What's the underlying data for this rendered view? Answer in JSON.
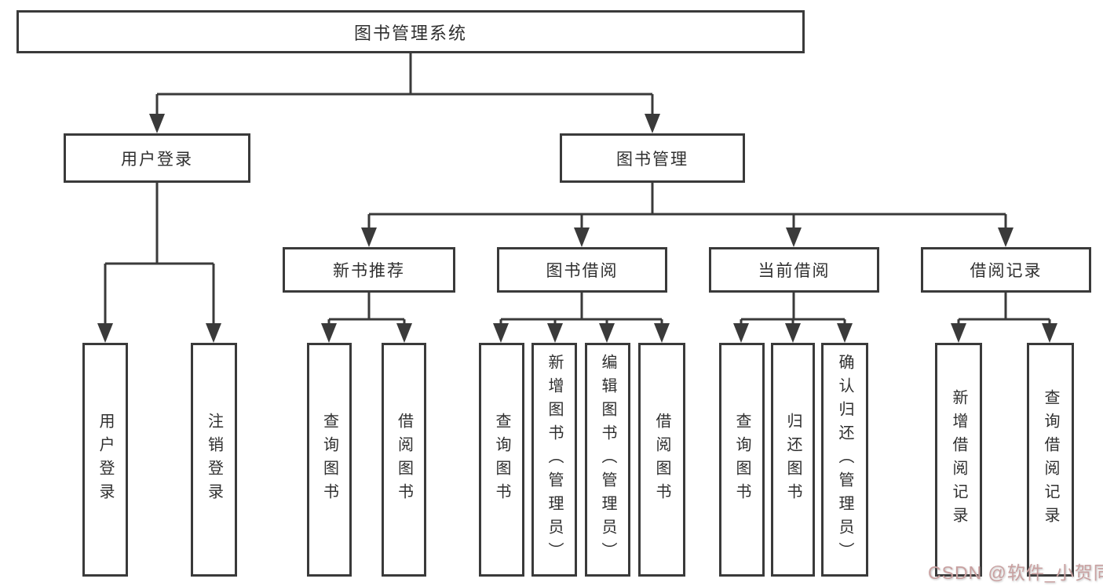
{
  "diagram": {
    "type": "hierarchy",
    "title": "图书管理系统",
    "watermark": "CSDN @软件_小贺同学",
    "colors": {
      "background": "#ffffff",
      "box_background": "#ffffff",
      "line": "#3a3a3a",
      "text": "#2f2f2f",
      "watermark": "#c9a0a0"
    },
    "tree": {
      "label": "图书管理系统",
      "children": [
        {
          "label": "用户登录",
          "children": [
            {
              "label": "用户登录"
            },
            {
              "label": "注销登录"
            }
          ]
        },
        {
          "label": "图书管理",
          "children": [
            {
              "label": "新书推荐",
              "children": [
                {
                  "label": "查询图书"
                },
                {
                  "label": "借阅图书"
                }
              ]
            },
            {
              "label": "图书借阅",
              "children": [
                {
                  "label": "查询图书"
                },
                {
                  "label": "新增图书（管理员）"
                },
                {
                  "label": "编辑图书（管理员）"
                },
                {
                  "label": "借阅图书"
                }
              ]
            },
            {
              "label": "当前借阅",
              "children": [
                {
                  "label": "查询图书"
                },
                {
                  "label": "归还图书"
                },
                {
                  "label": "确认归还（管理员）"
                }
              ]
            },
            {
              "label": "借阅记录",
              "children": [
                {
                  "label": "新增借阅记录"
                },
                {
                  "label": "查询借阅记录"
                }
              ]
            }
          ]
        }
      ]
    }
  }
}
